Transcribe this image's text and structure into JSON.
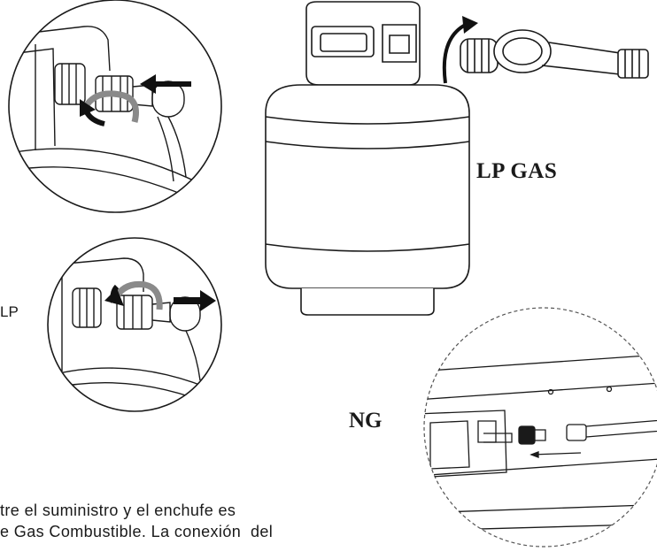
{
  "labels": {
    "lp_gas": "LP GAS",
    "ng": "NG",
    "lp_fragment": "LP"
  },
  "body_text": {
    "line1": "tre el suministro y el enchufe es",
    "line2": "e Gas Combustible. La conexión  del"
  },
  "colors": {
    "stroke": "#1a1a1a",
    "light_stroke": "#555555",
    "arrow_fill": "#111111",
    "curved_arrow_gray": "#8a8a8a"
  },
  "icons": [
    "curved-arrow-icon",
    "straight-arrow-icon"
  ]
}
